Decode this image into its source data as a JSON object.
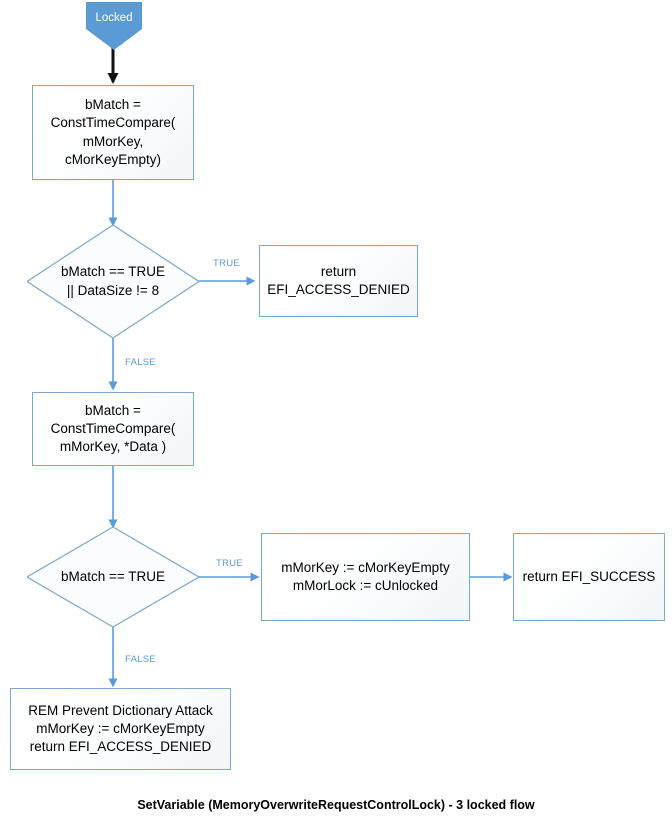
{
  "diagram": {
    "caption": "SetVariable (MemoryOverwriteRequestControlLock) - 3 locked flow",
    "colors": {
      "node_border": "#7fa8cc",
      "node_fill": "#fbfdfe",
      "start_fill": "#5b9bd5",
      "start_text": "#ffffff",
      "connector": "#5b9bd5",
      "connector_start": "#000000",
      "label_text": "#5b9bd5",
      "body_text": "#000000"
    },
    "nodes": {
      "start": {
        "label": "Locked",
        "shape": "pentagon"
      },
      "compute_empty_match": {
        "label": "bMatch =\nConstTimeCompare(\nmMorKey,\ncMorKeyEmpty)",
        "shape": "process"
      },
      "decision_empty_or_size": {
        "label": "bMatch == TRUE\n|| DataSize != 8",
        "shape": "decision"
      },
      "return_access_denied": {
        "label": "return\nEFI_ACCESS_DENIED",
        "shape": "process"
      },
      "compute_data_match": {
        "label": "bMatch =\nConstTimeCompare(\nmMorKey, *Data )",
        "shape": "process"
      },
      "decision_match": {
        "label": "bMatch == TRUE",
        "shape": "decision"
      },
      "unlock_actions": {
        "label": "mMorKey := cMorKeyEmpty\nmMorLock := cUnlocked",
        "shape": "process"
      },
      "return_success": {
        "label": "return EFI_SUCCESS",
        "shape": "process"
      },
      "prevent_dictionary_attack": {
        "label": "REM Prevent Dictionary Attack\nmMorKey := cMorKeyEmpty\nreturn EFI_ACCESS_DENIED",
        "shape": "process"
      }
    },
    "edge_labels": {
      "decision1_true": "TRUE",
      "decision1_false": "FALSE",
      "decision2_true": "TRUE",
      "decision2_false": "FALSE"
    }
  }
}
